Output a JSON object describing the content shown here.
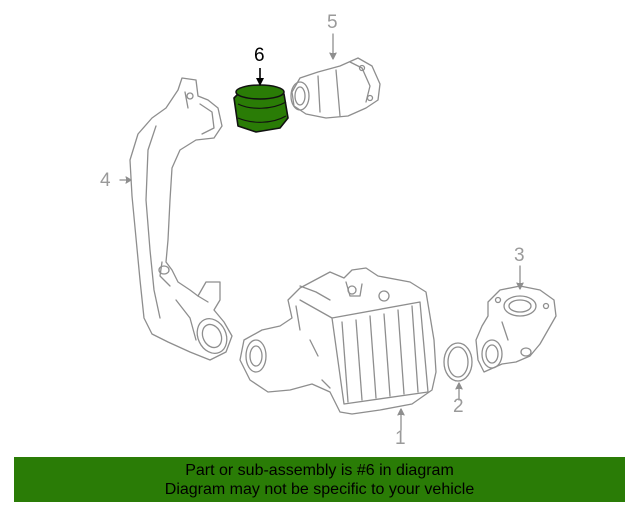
{
  "callouts": {
    "c1": "1",
    "c2": "2",
    "c3": "3",
    "c4": "4",
    "c5": "5",
    "c6": "6"
  },
  "highlighted_part": "6",
  "colors": {
    "highlight": "#2a7c06",
    "part_line": "#9a9a9a",
    "banner_bg": "#2a7c06"
  },
  "banner": {
    "line1": "Part or sub-assembly is #6 in diagram",
    "line2": "Diagram may not be specific to your vehicle"
  }
}
